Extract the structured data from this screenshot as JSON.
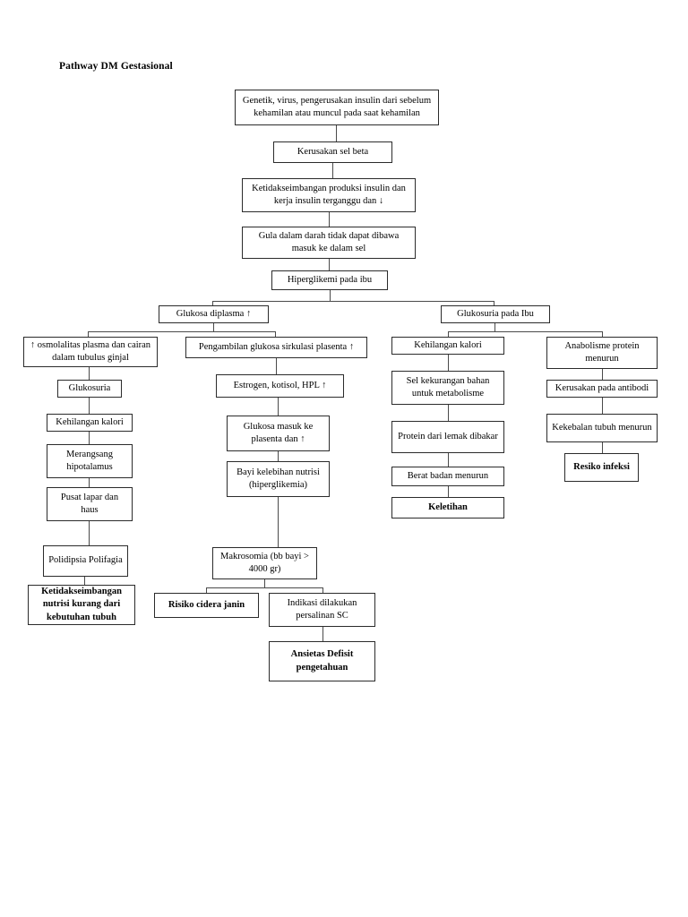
{
  "document": {
    "title": "Pathway DM Gestasional",
    "type": "flowchart-pathway-diagram",
    "language": "id"
  },
  "chart_data": {
    "type": "diagram",
    "title": "Pathway DM Gestasional",
    "orientation": "top-down tree"
  },
  "nodes": {
    "n1": "Genetik, virus, pengerusakan insulin dari sebelum kehamilan atau muncul pada saat kehamilan",
    "n2": "Kerusakan sel beta",
    "n3": "Ketidakseimbangan produksi insulin dan kerja insulin terganggu dan ↓",
    "n4": "Gula dalam darah tidak dapat dibawa masuk ke dalam sel",
    "n5": "Hiperglikemi pada ibu",
    "n6": "Glukosa diplasma ↑",
    "n7": "Glukosuria pada Ibu",
    "n8": "↑ osmolalitas plasma dan cairan dalam tubulus ginjal",
    "n9": "Glukosuria",
    "n10": "Kehilangan kalori",
    "n11": "Merangsang hipotalamus",
    "n12": "Pusat lapar dan haus",
    "n13": "Polidipsia Polifagia",
    "n14": "Ketidakseimbangan nutrisi kurang dari kebutuhan tubuh",
    "n15": "Pengambilan glukosa sirkulasi plasenta ↑",
    "n16": "Estrogen, kotisol, HPL ↑",
    "n17": "Glukosa masuk ke plasenta dan ↑",
    "n18": "Bayi kelebihan nutrisi (hiperglikemia)",
    "n19": "Makrosomia (bb bayi > 4000 gr)",
    "n20": "Risiko cidera janin",
    "n21": "Indikasi dilakukan persalinan SC",
    "n22": "Ansietas Defisit pengetahuan",
    "n23": "Kehilangan kalori",
    "n24": "Sel kekurangan bahan untuk metabolisme",
    "n25": "Protein dari lemak dibakar",
    "n26": "Berat badan menurun",
    "n27": "Keletihan",
    "n28": "Anabolisme protein menurun",
    "n29": "Kerusakan pada antibodi",
    "n30": "Kekebalan tubuh menurun",
    "n31": "Resiko infeksi"
  },
  "colors": {
    "border": "#2b2b2b",
    "connector": "#4a4a4a",
    "background": "#ffffff",
    "text": "#000000"
  }
}
